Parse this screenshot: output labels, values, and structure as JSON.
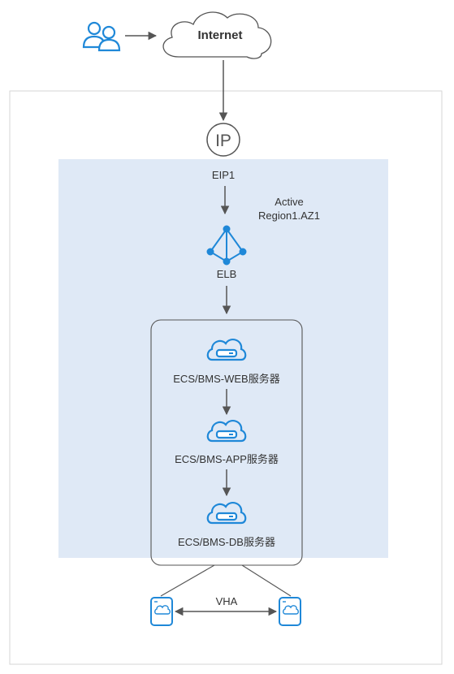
{
  "internet": {
    "label": "Internet"
  },
  "eip": {
    "icon_text": "IP",
    "label": "EIP1"
  },
  "region": {
    "status": "Active",
    "name": "Region1.AZ1"
  },
  "elb": {
    "label": "ELB"
  },
  "servers": [
    {
      "label": "ECS/BMS-WEB服务器"
    },
    {
      "label": "ECS/BMS-APP服务器"
    },
    {
      "label": "ECS/BMS-DB服务器"
    }
  ],
  "vha": {
    "label": "VHA"
  },
  "colors": {
    "accent": "#1f88d8",
    "region_fill": "#dfe9f6",
    "line": "#555555",
    "frame": "#d6d6d6"
  },
  "icons": [
    "users-icon",
    "cloud-internet-icon",
    "ip-icon",
    "elb-icon",
    "cloud-server-icon",
    "storage-disk-icon"
  ]
}
